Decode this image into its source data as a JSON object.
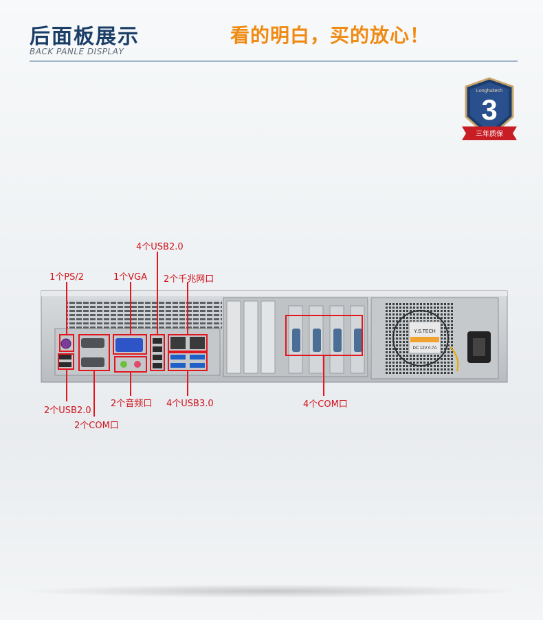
{
  "header": {
    "title": "后面板展示",
    "subtitle": "BACK PANLE DISPLAY",
    "slogan": "看的明白，买的放心！"
  },
  "badge": {
    "brand": "Longhuitech",
    "number": "3",
    "ribbon": "三年质保",
    "icon": "warranty-shield-icon"
  },
  "fan_label": {
    "brand": "Y.S.TECH",
    "spec": "DC 12V 0.7A"
  },
  "labels": {
    "ps2": "1个PS/2",
    "vga": "1个VGA",
    "usb2_top": "4个USB2.0",
    "lan": "2个千兆网口",
    "usb2_bottom": "2个USB2.0",
    "com2": "2个COM口",
    "audio": "2个音频口",
    "usb3": "4个USB3.0",
    "com4": "4个COM口"
  },
  "colors": {
    "accent_red": "#e2161e",
    "title_blue": "#1b3e66",
    "slogan_orange": "#f08a12"
  }
}
